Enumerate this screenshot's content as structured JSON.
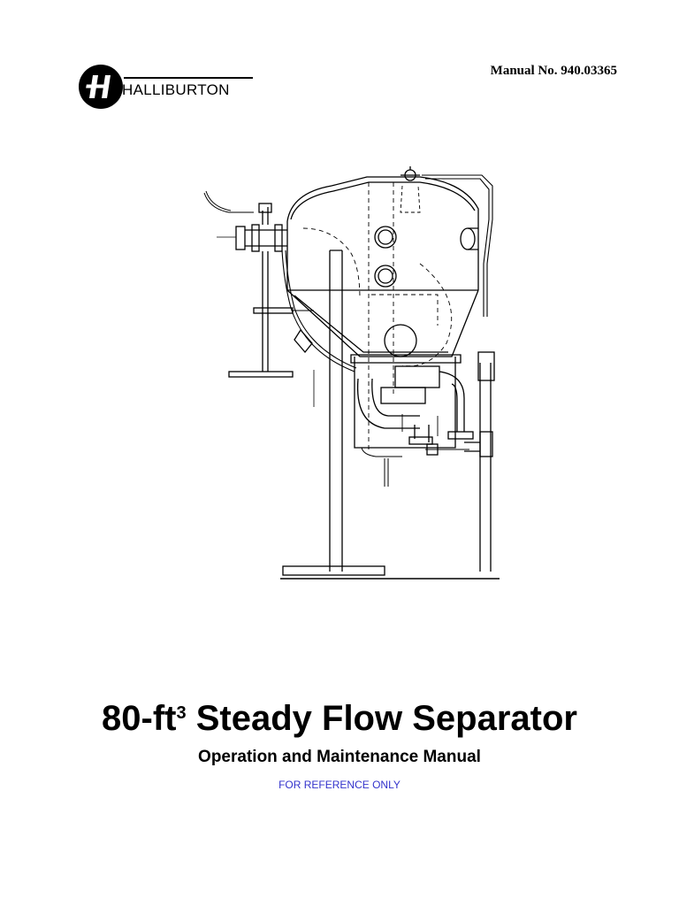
{
  "brand": {
    "name": "HALLIBURTON",
    "logo_icon": "halliburton-logo-icon"
  },
  "header": {
    "manual_number": "Manual No. 940.03365"
  },
  "title": {
    "prefix": "80-ft",
    "superscript": "3",
    "suffix": " Steady Flow Separator"
  },
  "subtitle": "Operation and Maintenance Manual",
  "notice": "FOR REFERENCE ONLY",
  "colors": {
    "notice": "#3333cc",
    "ink": "#000000"
  },
  "figure": {
    "icon": "separator-drawing"
  }
}
